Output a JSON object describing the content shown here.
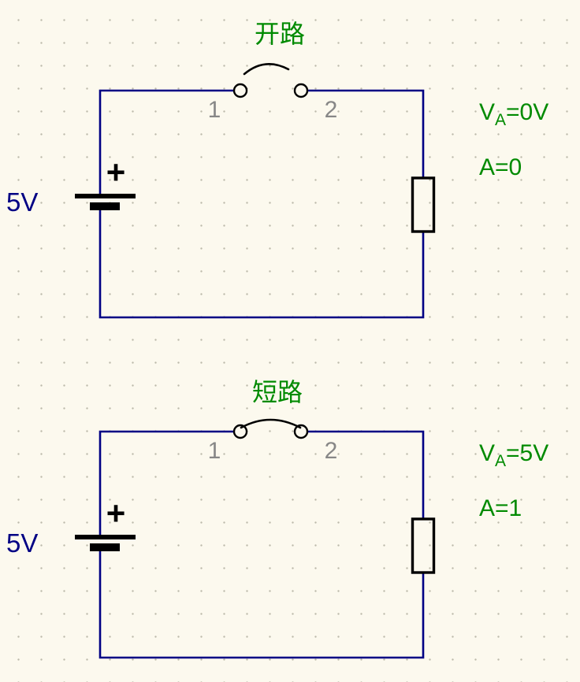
{
  "canvas": {
    "background_color": "#FCF9EE",
    "grid_dot_color": "#BDBAAC",
    "wire_color": "#000084",
    "annotation_color": "#008A00",
    "pin_label_color": "#878787",
    "symbol_color": "#000000"
  },
  "circuits": [
    {
      "title": "开路",
      "switch_state": "open",
      "pin1_label": "1",
      "pin2_label": "2",
      "source_label": "5V",
      "plus_label": "+",
      "va_base": "V",
      "va_sub": "A",
      "va_value": "=0V",
      "current_label": "A=0"
    },
    {
      "title": "短路",
      "switch_state": "closed",
      "pin1_label": "1",
      "pin2_label": "2",
      "source_label": "5V",
      "plus_label": "+",
      "va_base": "V",
      "va_sub": "A",
      "va_value": "=5V",
      "current_label": "A=1"
    }
  ]
}
